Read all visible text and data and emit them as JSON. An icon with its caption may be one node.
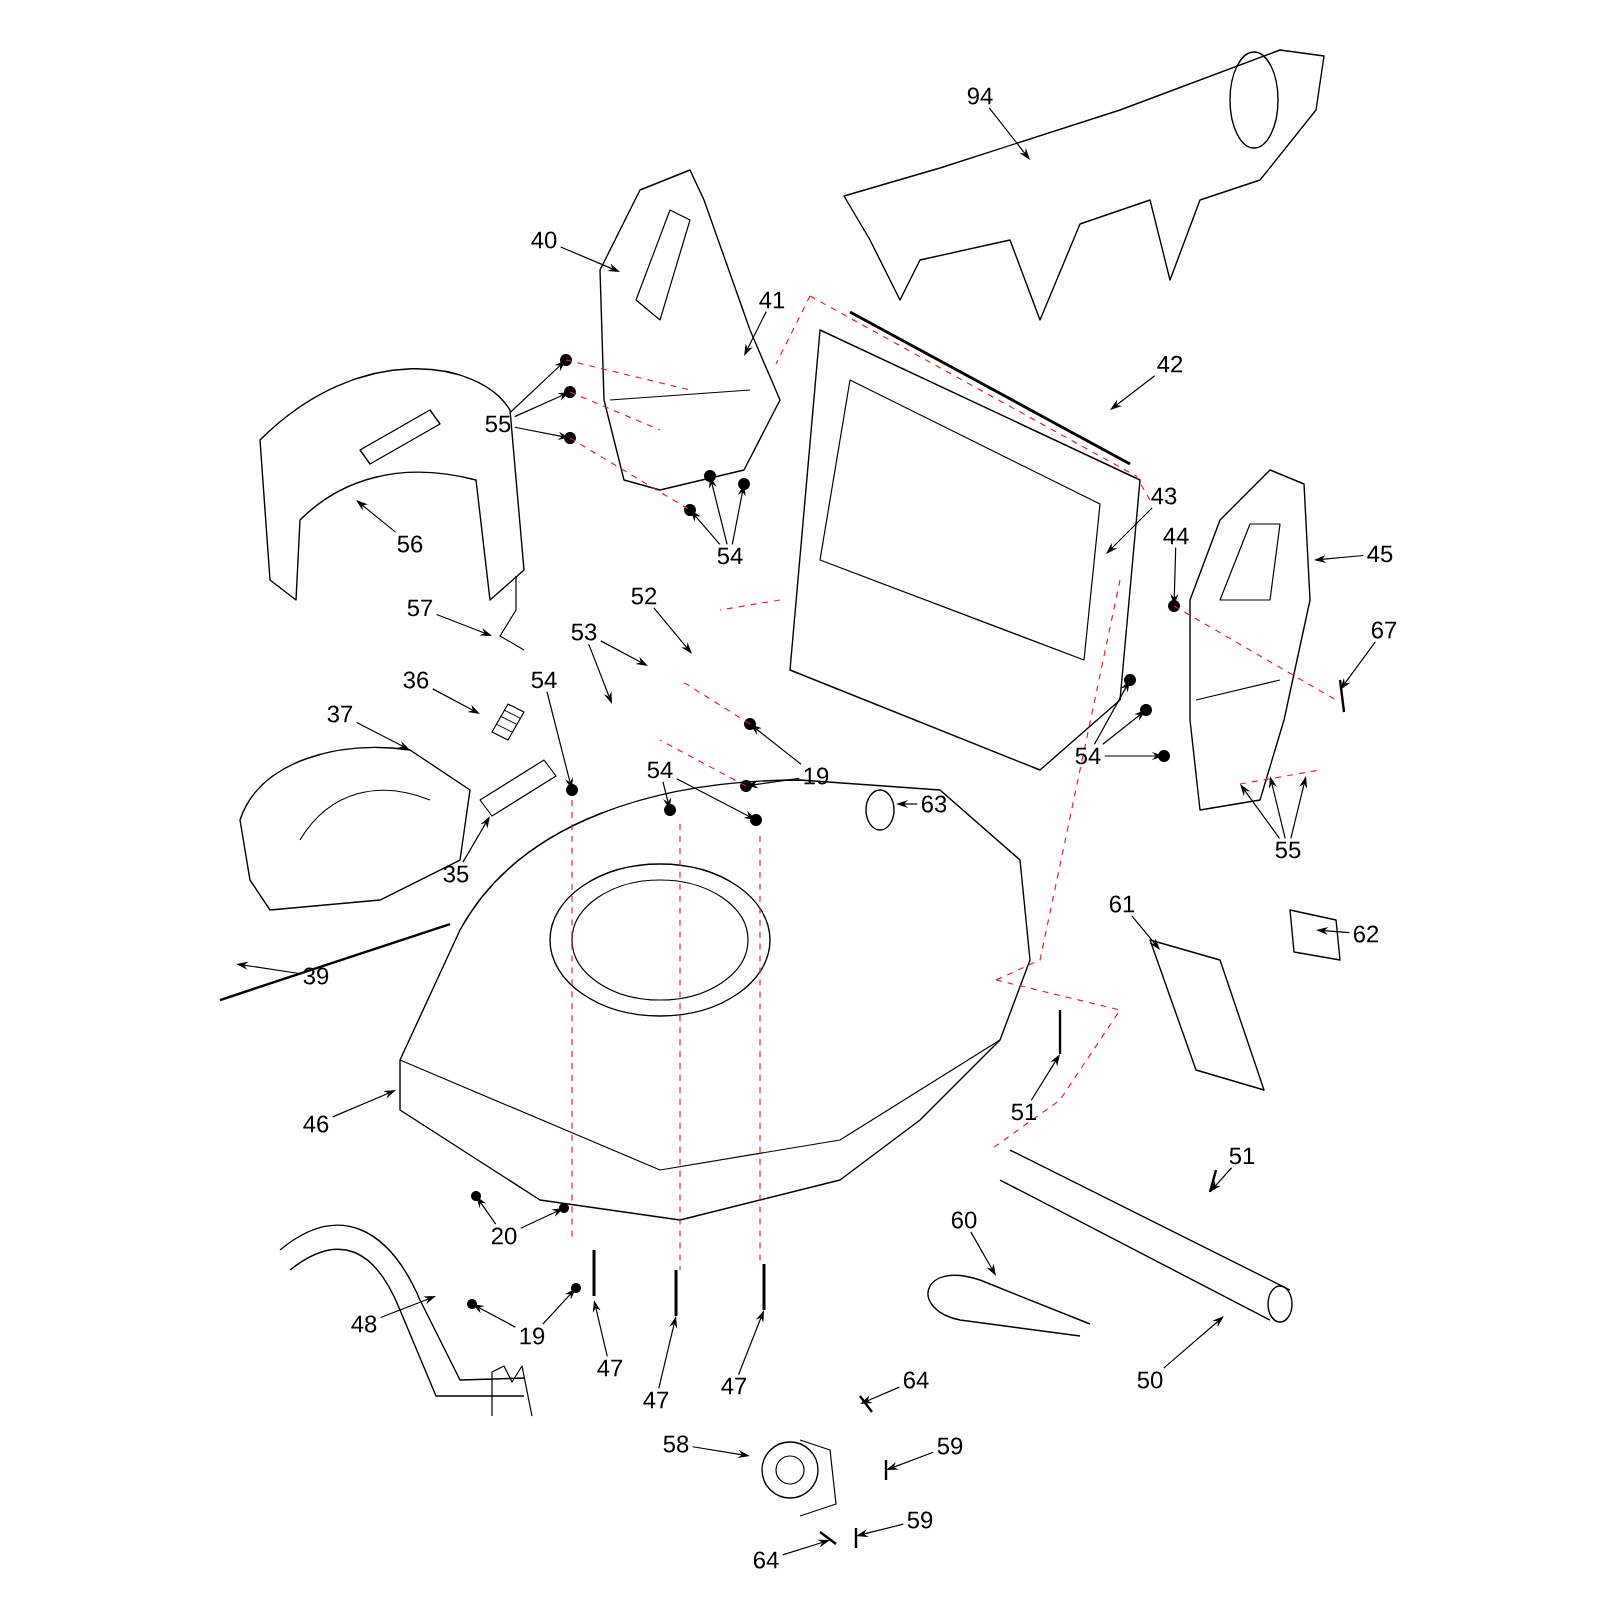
{
  "diagram": {
    "nodes": [
      {
        "text": [
          "94"
        ]
      },
      {
        "text": [
          "40"
        ]
      },
      {
        "text": [
          "41"
        ]
      },
      {
        "text": [
          "42"
        ]
      },
      {
        "text": [
          "55"
        ]
      },
      {
        "text": [
          "56"
        ]
      },
      {
        "text": [
          "54"
        ]
      },
      {
        "text": [
          "43"
        ]
      },
      {
        "text": [
          "44"
        ]
      },
      {
        "text": [
          "45"
        ]
      },
      {
        "text": [
          "57"
        ]
      },
      {
        "text": [
          "52"
        ]
      },
      {
        "text": [
          "67"
        ]
      },
      {
        "text": [
          "53"
        ]
      },
      {
        "text": [
          "36"
        ]
      },
      {
        "text": [
          "54"
        ]
      },
      {
        "text": [
          "37"
        ]
      },
      {
        "text": [
          "54"
        ]
      },
      {
        "text": [
          "19"
        ]
      },
      {
        "text": [
          "54"
        ]
      },
      {
        "text": [
          "63"
        ]
      },
      {
        "text": [
          "55"
        ]
      },
      {
        "text": [
          "35"
        ]
      },
      {
        "text": [
          "61"
        ]
      },
      {
        "text": [
          "62"
        ]
      },
      {
        "text": [
          "39"
        ]
      },
      {
        "text": [
          "46"
        ]
      },
      {
        "text": [
          "51"
        ]
      },
      {
        "text": [
          "51"
        ]
      },
      {
        "text": [
          "60"
        ]
      },
      {
        "text": [
          "20"
        ]
      },
      {
        "text": [
          "48"
        ]
      },
      {
        "text": [
          "19"
        ]
      },
      {
        "text": [
          "47"
        ]
      },
      {
        "text": [
          "47"
        ]
      },
      {
        "text": [
          "47"
        ]
      },
      {
        "text": [
          "50"
        ]
      },
      {
        "text": [
          "64"
        ]
      },
      {
        "text": [
          "58"
        ]
      },
      {
        "text": [
          "59"
        ]
      },
      {
        "text": [
          "64"
        ]
      },
      {
        "text": [
          "59"
        ]
      }
    ],
    "edges": [
      {
        "from": 0,
        "to": null,
        "arrow": "to"
      },
      {
        "from": 1,
        "to": null,
        "arrow": "to"
      },
      {
        "from": 2,
        "to": null,
        "arrow": "to"
      },
      {
        "from": 3,
        "to": null,
        "arrow": "to"
      },
      {
        "from": 4,
        "to": null,
        "arrow": "to"
      },
      {
        "from": 4,
        "to": null,
        "arrow": "to"
      },
      {
        "from": 4,
        "to": null,
        "arrow": "to"
      },
      {
        "from": 5,
        "to": null,
        "arrow": "to"
      },
      {
        "from": 6,
        "to": null,
        "arrow": "to"
      },
      {
        "from": 6,
        "to": null,
        "arrow": "to"
      },
      {
        "from": 6,
        "to": null,
        "arrow": "to"
      },
      {
        "from": 7,
        "to": null,
        "arrow": "to"
      },
      {
        "from": 8,
        "to": null,
        "arrow": "to"
      },
      {
        "from": 9,
        "to": null,
        "arrow": "to"
      },
      {
        "from": 10,
        "to": null,
        "arrow": "to"
      },
      {
        "from": 11,
        "to": null,
        "arrow": "to"
      },
      {
        "from": 12,
        "to": null,
        "arrow": "to"
      },
      {
        "from": 13,
        "to": null,
        "arrow": "to"
      },
      {
        "from": 13,
        "to": null,
        "arrow": "to"
      },
      {
        "from": 14,
        "to": null,
        "arrow": "to"
      },
      {
        "from": 15,
        "to": null,
        "arrow": "to"
      },
      {
        "from": 16,
        "to": null,
        "arrow": "to"
      },
      {
        "from": 17,
        "to": null,
        "arrow": "to"
      },
      {
        "from": 17,
        "to": null,
        "arrow": "to"
      },
      {
        "from": 18,
        "to": null,
        "arrow": "to"
      },
      {
        "from": 18,
        "to": null,
        "arrow": "to"
      },
      {
        "from": 19,
        "to": null,
        "arrow": "to"
      },
      {
        "from": 19,
        "to": null,
        "arrow": "to"
      },
      {
        "from": 19,
        "to": null,
        "arrow": "to"
      },
      {
        "from": 20,
        "to": null,
        "arrow": "to"
      },
      {
        "from": 21,
        "to": null,
        "arrow": "to"
      },
      {
        "from": 21,
        "to": null,
        "arrow": "to"
      },
      {
        "from": 21,
        "to": null,
        "arrow": "to"
      },
      {
        "from": 22,
        "to": null,
        "arrow": "to"
      },
      {
        "from": 23,
        "to": null,
        "arrow": "to"
      },
      {
        "from": 24,
        "to": null,
        "arrow": "to"
      },
      {
        "from": 25,
        "to": null,
        "arrow": "to"
      },
      {
        "from": 26,
        "to": null,
        "arrow": "to"
      },
      {
        "from": 27,
        "to": null,
        "arrow": "to"
      },
      {
        "from": 28,
        "to": null,
        "arrow": "to"
      },
      {
        "from": 29,
        "to": null,
        "arrow": "to"
      },
      {
        "from": 30,
        "to": null,
        "arrow": "to"
      },
      {
        "from": 30,
        "to": null,
        "arrow": "to"
      },
      {
        "from": 31,
        "to": null,
        "arrow": "to"
      },
      {
        "from": 32,
        "to": null,
        "arrow": "to"
      },
      {
        "from": 32,
        "to": null,
        "arrow": "to"
      },
      {
        "from": 33,
        "to": null,
        "arrow": "to"
      },
      {
        "from": 34,
        "to": null,
        "arrow": "to"
      },
      {
        "from": 35,
        "to": null,
        "arrow": "to"
      },
      {
        "from": 36,
        "to": null,
        "arrow": "to"
      },
      {
        "from": 37,
        "to": null,
        "arrow": "to"
      },
      {
        "from": 38,
        "to": null,
        "arrow": "to"
      },
      {
        "from": 39,
        "to": null,
        "arrow": "to"
      },
      {
        "from": 40,
        "to": null,
        "arrow": "to"
      },
      {
        "from": 41,
        "to": null,
        "arrow": "to"
      }
    ]
  }
}
